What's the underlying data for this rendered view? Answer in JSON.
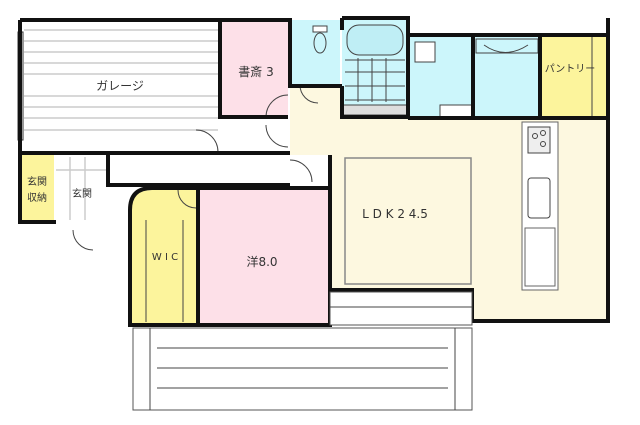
{
  "rooms": {
    "garage": "ガレージ",
    "study": "書斎 3",
    "entrance_storage_1": "玄関",
    "entrance_storage_2": "収納",
    "entrance": "玄関",
    "wic": "W I C",
    "western_room": "洋8.0",
    "ldk": "L D K 2 4.5",
    "pantry": "パントリー"
  },
  "colors": {
    "pink": "#fde0e8",
    "blue": "#ccf6fb",
    "yellow": "#fcf49c",
    "cream": "#fdf8e0",
    "wall": "#111111"
  }
}
